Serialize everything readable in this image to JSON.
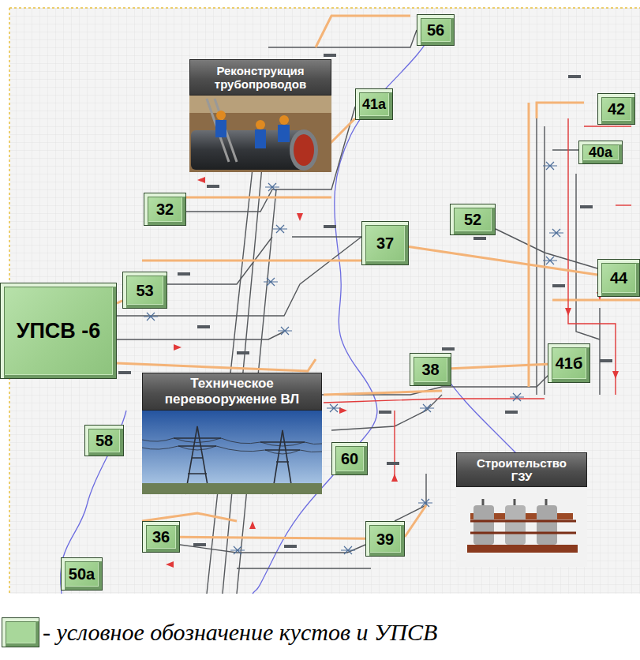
{
  "diagram": {
    "nodes": [
      {
        "text": [
          "56"
        ]
      },
      {
        "text": [
          "Реконструкция трубопроводов"
        ]
      },
      {
        "text": [
          "41а"
        ]
      },
      {
        "text": [
          "42"
        ]
      },
      {
        "text": [
          "40а"
        ]
      },
      {
        "text": [
          "32"
        ]
      },
      {
        "text": [
          "52"
        ]
      },
      {
        "text": [
          "37"
        ]
      },
      {
        "text": [
          "53"
        ]
      },
      {
        "text": [
          "44"
        ]
      },
      {
        "text": [
          "УПСВ -6"
        ]
      },
      {
        "text": [
          "38"
        ]
      },
      {
        "text": [
          "41б"
        ]
      },
      {
        "text": [
          "Техническое перевооружение ВЛ"
        ]
      },
      {
        "text": [
          "58"
        ]
      },
      {
        "text": [
          "60"
        ]
      },
      {
        "text": [
          "Строительство ГЗУ"
        ]
      },
      {
        "text": [
          "36"
        ]
      },
      {
        "text": [
          "39"
        ]
      },
      {
        "text": [
          "50а"
        ]
      }
    ],
    "edges": [
      {
        "from": 8,
        "to": 10,
        "arrow": "none"
      },
      {
        "from": 7,
        "to": 9,
        "arrow": "none"
      },
      {
        "from": 11,
        "to": 12,
        "arrow": "none"
      },
      {
        "from": 17,
        "to": 18,
        "arrow": "none"
      }
    ],
    "legend": [
      {
        "text": "- условное обозначение кустов и УПСВ",
        "color": "#a8d79a"
      }
    ]
  }
}
